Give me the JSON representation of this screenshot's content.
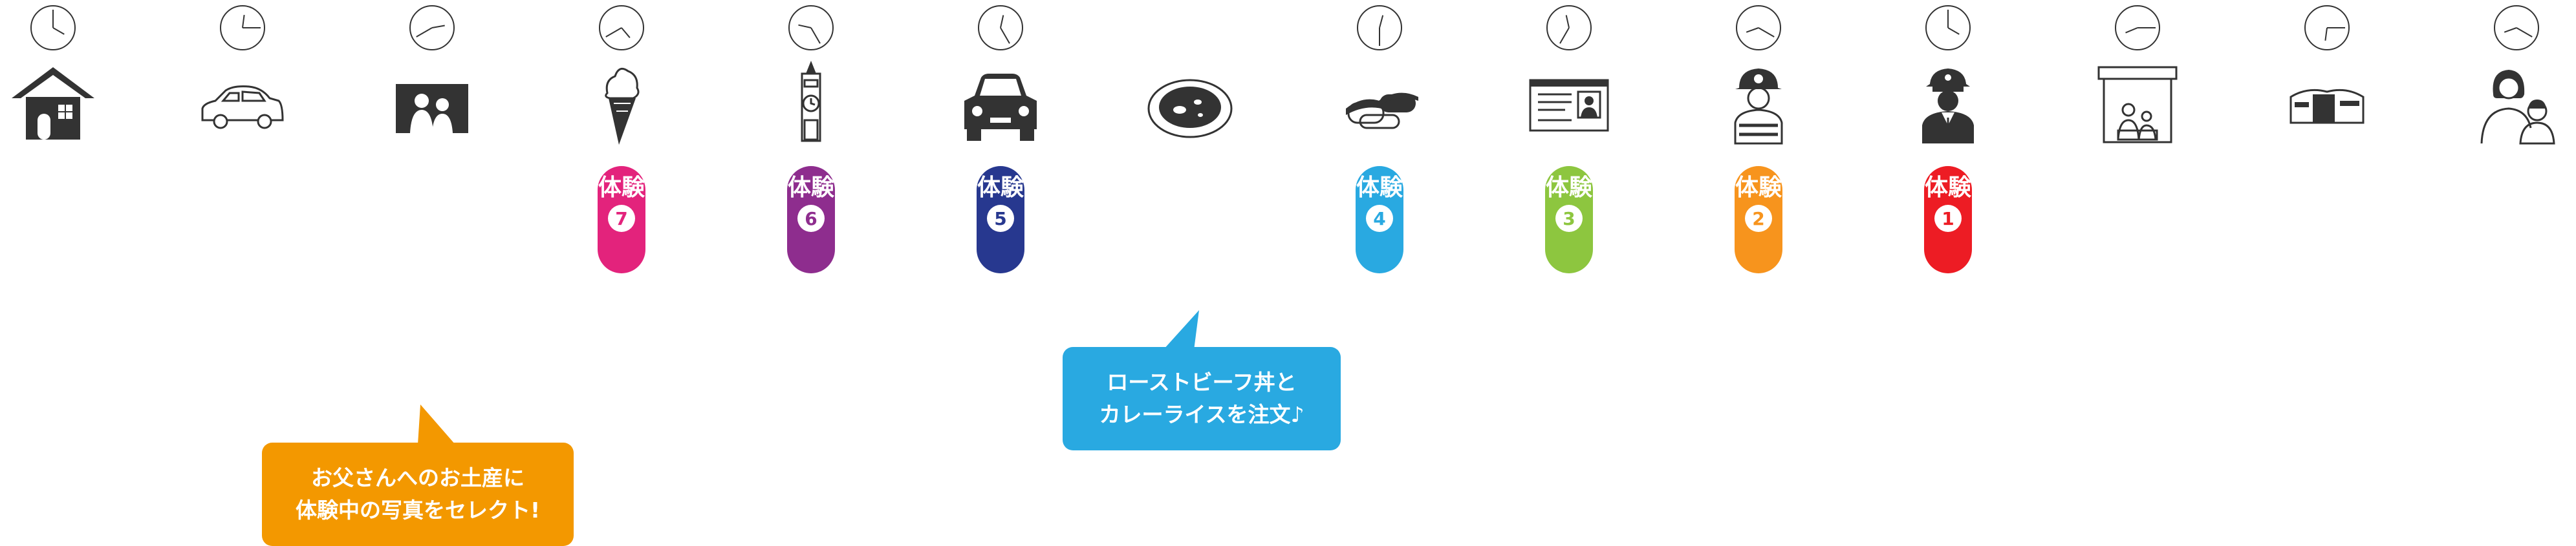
{
  "schedule": [
    {
      "icon": "house-icon",
      "clock": {
        "hour": 4.0,
        "minute": 0
      },
      "badge": null
    },
    {
      "icon": "car-outline-icon",
      "clock": {
        "hour": 0.0,
        "minute": 15
      },
      "badge": null
    },
    {
      "icon": "family-photo-icon",
      "clock": {
        "hour": 2.0,
        "minute": 40
      },
      "badge": null
    },
    {
      "icon": "ice-cream-icon",
      "clock": {
        "hour": 4.0,
        "minute": 40
      },
      "badge": {
        "label": "体験",
        "number": "7",
        "color": "#e3237c"
      }
    },
    {
      "icon": "clock-tower-icon",
      "clock": {
        "hour": 9.0,
        "minute": 25
      },
      "badge": {
        "label": "体験",
        "number": "6",
        "color": "#8e2d8e"
      }
    },
    {
      "icon": "car-front-icon",
      "clock": {
        "hour": 0.0,
        "minute": 25
      },
      "badge": {
        "label": "体験",
        "number": "5",
        "color": "#27388f"
      }
    },
    {
      "icon": "curry-plate-icon",
      "clock": null,
      "badge": null
    },
    {
      "icon": "sushi-icon",
      "clock": {
        "hour": 0.0,
        "minute": 30
      },
      "badge": {
        "label": "体験",
        "number": "4",
        "color": "#29a9e1"
      }
    },
    {
      "icon": "id-card-icon",
      "clock": {
        "hour": 11.0,
        "minute": 35
      },
      "badge": {
        "label": "体験",
        "number": "3",
        "color": "#8dc63f"
      }
    },
    {
      "icon": "firefighter-icon",
      "clock": {
        "hour": 8.0,
        "minute": 20
      },
      "badge": {
        "label": "体験",
        "number": "2",
        "color": "#f7941d"
      }
    },
    {
      "icon": "police-officer-icon",
      "clock": {
        "hour": 4.0,
        "minute": 0
      },
      "badge": {
        "label": "体験",
        "number": "1",
        "color": "#ed1c24"
      }
    },
    {
      "icon": "photo-booth-icon",
      "clock": {
        "hour": 8.0,
        "minute": 15
      },
      "badge": null
    },
    {
      "icon": "shopping-mall-icon",
      "clock": {
        "hour": 6.0,
        "minute": 15
      },
      "badge": null
    },
    {
      "icon": "mother-child-icon",
      "clock": {
        "hour": 8.0,
        "minute": 20
      },
      "badge": null
    }
  ],
  "bubbles": {
    "souvenir": {
      "lines": [
        "お父さんへのお土産に",
        "体験中の写真をセレクト!"
      ],
      "color": "#f39800"
    },
    "lunch": {
      "lines": [
        "ローストビーフ丼と",
        "カレーライスを注文♪"
      ],
      "color": "#29a9e1"
    }
  },
  "colors": {
    "icon": "#333333",
    "clock_stroke": "#333333"
  }
}
